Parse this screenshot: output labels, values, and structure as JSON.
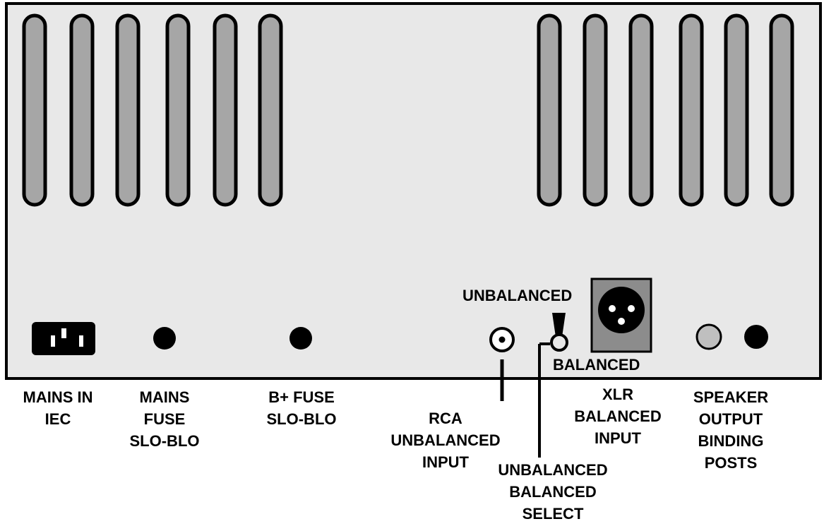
{
  "panel": {
    "background_color": "#e8e8e8",
    "border_color": "#000000",
    "vent_color": "#a6a6a6",
    "vents_left_count": 6,
    "vents_right_count": 6
  },
  "switch_labels": {
    "top": "UNBALANCED",
    "bottom": "BALANCED"
  },
  "connectors": [
    {
      "id": "mains-in-iec",
      "icon": "iec-inlet-icon",
      "lines": [
        "MAINS IN",
        "IEC"
      ]
    },
    {
      "id": "mains-fuse",
      "icon": "fuse-holder-icon",
      "lines": [
        "MAINS",
        "FUSE",
        "SLO-BLO"
      ]
    },
    {
      "id": "bplus-fuse",
      "icon": "fuse-holder-icon",
      "lines": [
        "B+ FUSE",
        "SLO-BLO"
      ]
    },
    {
      "id": "rca-input",
      "icon": "rca-jack-icon",
      "lines": [
        "RCA",
        "UNBALANCED",
        "INPUT"
      ]
    },
    {
      "id": "select-switch",
      "icon": "toggle-switch-icon",
      "lines": [
        "UNBALANCED",
        "BALANCED",
        "SELECT"
      ]
    },
    {
      "id": "xlr-input",
      "icon": "xlr-jack-icon",
      "lines": [
        "XLR",
        "BALANCED",
        "INPUT"
      ]
    },
    {
      "id": "speaker-output",
      "icon": "binding-post-icon",
      "lines": [
        "SPEAKER",
        "OUTPUT",
        "BINDING",
        "POSTS"
      ]
    }
  ]
}
